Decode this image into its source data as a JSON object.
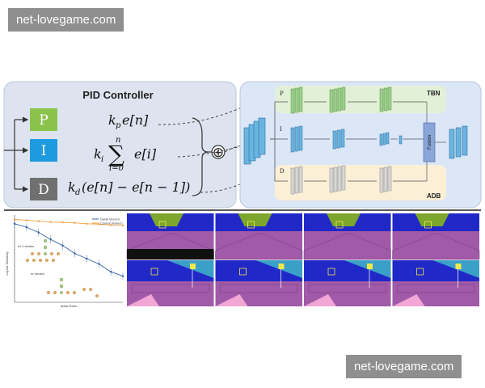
{
  "watermarks": {
    "top": "net-lovegame.com",
    "bottom": "net-lovegame.com"
  },
  "pid": {
    "title": "PID Controller",
    "p_label": "P",
    "i_label": "I",
    "d_label": "D",
    "p_formula_coef": "k",
    "p_formula_sub": "p",
    "p_formula_rest": "e[n]",
    "i_formula_coef": "k",
    "i_formula_sub": "i",
    "i_sum_top": "n",
    "i_sum_bottom": "i=0",
    "i_formula_rest": "e[i]",
    "d_formula_coef": "k",
    "d_formula_sub": "d",
    "d_formula_rest": "(e[n] − e[n − 1])",
    "sum_symbol": "⊕"
  },
  "network": {
    "branch_p": "P",
    "branch_i": "I",
    "branch_d": "D",
    "tbn": "TBN",
    "adb": "ADB",
    "fusion": "Fusion",
    "colors": {
      "p": "#9bd08a",
      "i": "#6ab4e0",
      "d": "#bfbfbf",
      "fusion": "#8aa6d8"
    }
  },
  "plot": {
    "legend": [
      "Detail Branch",
      "Context Branch"
    ],
    "ylabel": "Layout Similarity",
    "xlabel": "Mask Ratio",
    "annot_top": "w/ 4 strides",
    "annot_mid": "w/ strides"
  },
  "chart_data": {
    "type": "line",
    "x": [
      0,
      1,
      2,
      3,
      4,
      5,
      6,
      7,
      8,
      9
    ],
    "series": [
      {
        "name": "Detail Branch",
        "values": [
          0.9,
          0.86,
          0.8,
          0.72,
          0.65,
          0.56,
          0.5,
          0.44,
          0.35,
          0.3
        ]
      },
      {
        "name": "Context Branch",
        "values": [
          0.95,
          0.94,
          0.93,
          0.92,
          0.915,
          0.91,
          0.9,
          0.895,
          0.885,
          0.88
        ]
      }
    ],
    "ylim": [
      0,
      1
    ],
    "legend": "top-right",
    "grid": false
  },
  "colors": {
    "pid_bg": "#dde4ef",
    "network_bg": "#dbe6f6",
    "p_box": "#8bc34a",
    "i_box": "#1e9be0",
    "d_box": "#707070",
    "tbn_bg": "#e3f0d8",
    "adb_bg": "#fbefd6",
    "seg_purple": "#a05aa8",
    "seg_blue": "#2028c8",
    "seg_green": "#7da62c",
    "seg_teal": "#3aa0c8",
    "seg_pink": "#f3a6d6",
    "seg_yellow": "#f2e84a"
  }
}
